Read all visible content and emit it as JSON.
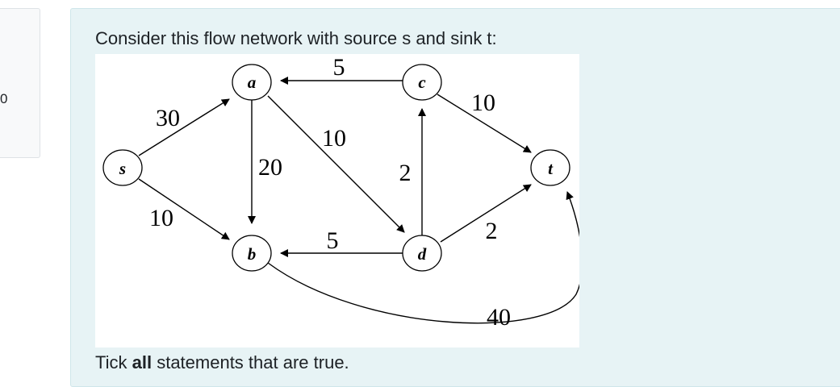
{
  "info": {
    "partial_text": "0"
  },
  "question": {
    "intro": "Consider this flow network with source s and sink t:",
    "instruction_prefix": "Tick ",
    "instruction_bold": "all",
    "instruction_suffix": " statements that are true."
  },
  "graph": {
    "nodes": {
      "s": "s",
      "a": "a",
      "b": "b",
      "c": "c",
      "d": "d",
      "t": "t"
    },
    "edges": {
      "s_a": "30",
      "s_b": "10",
      "c_a": "5",
      "a_b": "20",
      "a_d": "10",
      "d_c": "2",
      "c_t": "10",
      "d_b": "5",
      "d_t": "2",
      "b_t": "40"
    }
  },
  "colors": {
    "panel_bg": "#e7f3f5",
    "text": "#1d2125"
  }
}
